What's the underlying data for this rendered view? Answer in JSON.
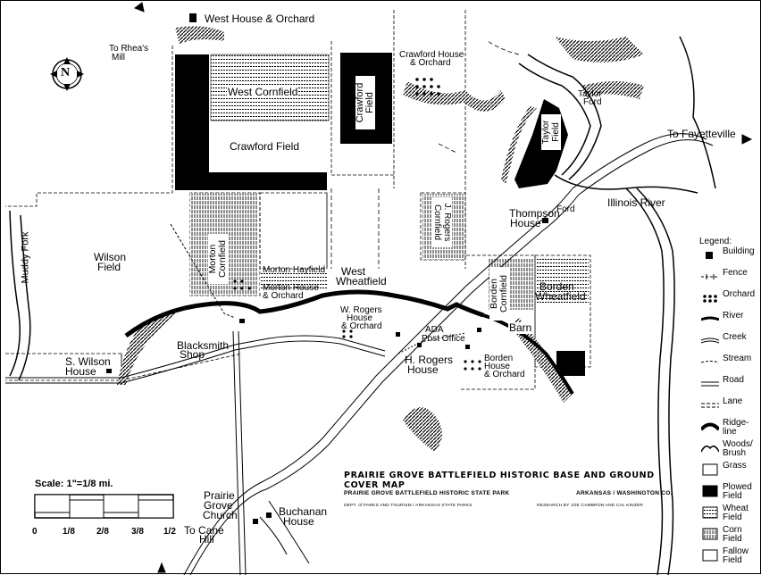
{
  "map": {
    "labels": {
      "west_house_orchard": "West House & Orchard",
      "to_rheas_mill_1": "To Rhea's",
      "to_rheas_mill_2": "Mill",
      "west_cornfield": "West Cornfield",
      "crawford_field": "Crawford Field",
      "crawford_field_plowed": "Crawford\nField",
      "crawford_house_1": "Crawford House",
      "crawford_house_2": "& Orchard",
      "taylor_ford_1": "Taylor",
      "taylor_ford_2": "Ford",
      "taylor_field": "Taylor\nField",
      "to_fayetteville": "To Fayetteville",
      "illinois_river": "Illinois River",
      "ford": "Ford",
      "thompson_house_1": "Thompson",
      "thompson_house_2": "House",
      "rogers_cornfield": "J. Rogers\nCornfield",
      "muddy_fork": "Muddy Fork",
      "wilson_field_1": "Wilson",
      "wilson_field_2": "Field",
      "morton_cornfield": "Morton\nCornfield",
      "morton_hayfield": "Morton Hayfield",
      "morton_house_1": "Morton House",
      "morton_house_2": "& Orchard",
      "west_wheatfield_1": "West",
      "west_wheatfield_2": "Wheatfield",
      "borden_cornfield": "Borden\nCornfield",
      "borden_wheatfield_1": "Borden",
      "borden_wheatfield_2": "Wheatfield",
      "w_rogers_1": "W. Rogers",
      "w_rogers_2": "House",
      "w_rogers_3": "& Orchard",
      "ada_1": "ADA",
      "ada_2": "Post Office",
      "barn": "Barn",
      "blacksmith_1": "Blacksmith",
      "blacksmith_2": "Shop",
      "s_wilson_1": "S. Wilson",
      "s_wilson_2": "House",
      "h_rogers_1": "H. Rogers",
      "h_rogers_2": "House",
      "borden_house_1": "Borden",
      "borden_house_2": "House",
      "borden_house_3": "& Orchard",
      "prairie_grove_1": "Prairie",
      "prairie_grove_2": "Grove",
      "prairie_grove_3": "Church",
      "buchanan_1": "Buchanan",
      "buchanan_2": "House",
      "to_cane_hill_1": "To Cane",
      "to_cane_hill_2": "Hill",
      "north": "N"
    },
    "title": "PRAIRIE GROVE BATTLEFIELD HISTORIC BASE AND GROUND COVER MAP",
    "subtitle_left": "PRAIRIE GROVE BATTLEFIELD HISTORIC STATE PARK",
    "subtitle_right": "ARKANSAS / WASHINGTON CO.",
    "credit_left": "DEPT. of PARKS AND TOURISM / ARKANSAS STATE PARKS",
    "credit_right": "RESEARCH BY  JOE CAMBRON AND CAL KINZER",
    "scale": {
      "title": "Scale: 1\"=1/8 mi.",
      "ticks": [
        "0",
        "1/8",
        "2/8",
        "3/8",
        "1/2"
      ]
    },
    "legend": {
      "title": "Legend:",
      "items": [
        {
          "icon": "building-icon",
          "label": "Building"
        },
        {
          "icon": "fence-icon",
          "label": "Fence"
        },
        {
          "icon": "orchard-icon",
          "label": "Orchard"
        },
        {
          "icon": "river-icon",
          "label": "River"
        },
        {
          "icon": "creek-icon",
          "label": "Creek"
        },
        {
          "icon": "stream-icon",
          "label": "Stream"
        },
        {
          "icon": "road-icon",
          "label": "Road"
        },
        {
          "icon": "lane-icon",
          "label": "Lane"
        },
        {
          "icon": "ridgeline-icon",
          "label": "Ridge-\nline"
        },
        {
          "icon": "woods-brush-icon",
          "label": "Woods/\nBrush"
        },
        {
          "icon": "grass-icon",
          "label": "Grass"
        },
        {
          "icon": "plowed-field-icon",
          "label": "Plowed\nField"
        },
        {
          "icon": "wheat-field-icon",
          "label": "Wheat\nField"
        },
        {
          "icon": "corn-field-icon",
          "label": "Corn\nField"
        },
        {
          "icon": "fallow-field-icon",
          "label": "Fallow\nField"
        }
      ]
    }
  }
}
